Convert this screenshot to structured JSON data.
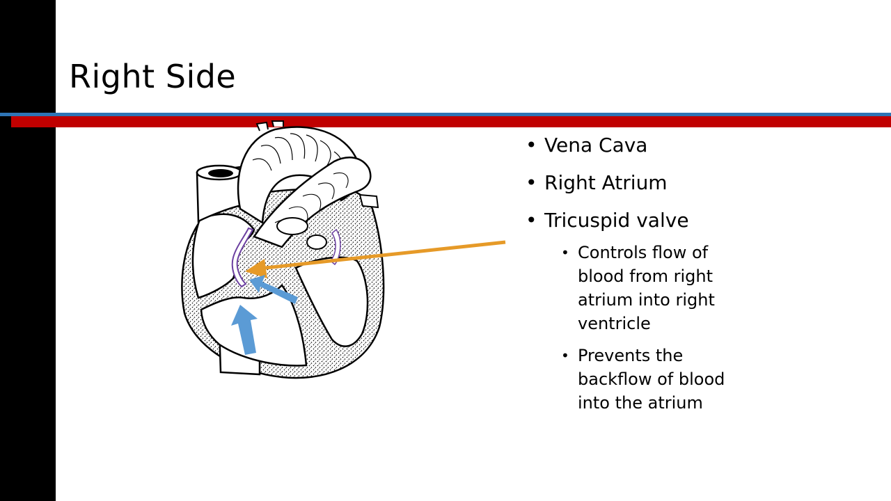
{
  "slide": {
    "title": "Right Side",
    "bullets": [
      {
        "text": "Vena Cava"
      },
      {
        "text": "Right Atrium"
      },
      {
        "text": "Tricuspid valve",
        "sub": [
          {
            "text": "Controls flow of blood from right atrium into right ventricle"
          },
          {
            "text": "Prevents the backflow of blood into the atrium"
          }
        ]
      }
    ]
  },
  "colors": {
    "background": "#ffffff",
    "left_band": "#000000",
    "rule_blue": "#2e75b6",
    "rule_red": "#c00000",
    "pointer_arrow": "#e69a28",
    "flow_arrows": "#5b9bd5"
  },
  "diagram": {
    "subject": "heart-cross-section-drawing",
    "flow_arrow_count": 2,
    "pointer_target": "tricuspid valve"
  }
}
